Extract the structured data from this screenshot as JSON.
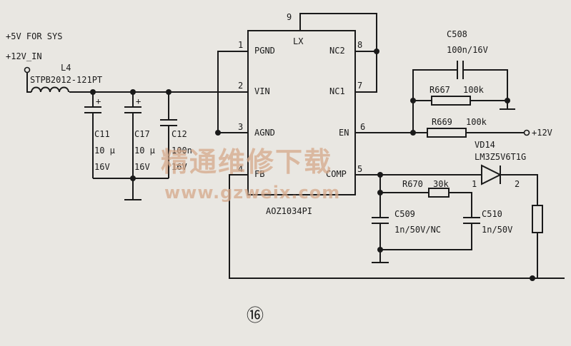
{
  "supply": {
    "sys": "+5V FOR SYS",
    "input": "+12V_IN"
  },
  "inductor": {
    "ref": "L4",
    "part": "STPB2012-121PT"
  },
  "caps_in": [
    {
      "ref": "C11",
      "value": "10 μ",
      "voltage": "16V"
    },
    {
      "ref": "C17",
      "value": "10 μ",
      "voltage": "16V"
    },
    {
      "ref": "C12",
      "value": "100n",
      "voltage": "16V"
    }
  ],
  "ic": {
    "part": "AOZ1034PI",
    "pins": {
      "p1": {
        "num": "1",
        "name": "PGND"
      },
      "p2": {
        "num": "2",
        "name": "VIN"
      },
      "p3": {
        "num": "3",
        "name": "AGND"
      },
      "p4": {
        "num": "4",
        "name": "FB"
      },
      "p5": {
        "num": "5",
        "name": "COMP"
      },
      "p6": {
        "num": "6",
        "name": "EN"
      },
      "p7": {
        "num": "7",
        "name": "NC1"
      },
      "p8": {
        "num": "8",
        "name": "NC2"
      },
      "p9": {
        "num": "9",
        "name": "LX"
      }
    }
  },
  "c508": {
    "ref": "C508",
    "value": "100n/16V"
  },
  "r667": {
    "ref": "R667",
    "value": "100k"
  },
  "r669": {
    "ref": "R669",
    "value": "100k"
  },
  "en_supply": "+12V",
  "diode": {
    "ref": "VD14",
    "part": "LM3Z5V6T1G",
    "pin1": "1",
    "pin2": "2"
  },
  "r670": {
    "ref": "R670",
    "value": "30k"
  },
  "c509": {
    "ref": "C509",
    "value": "1n/50V/NC"
  },
  "c510": {
    "ref": "C510",
    "value": "1n/50V"
  },
  "figure_number": "⑯",
  "watermark": {
    "cn": "精通维修下载",
    "url": "www.gzweix.com"
  }
}
